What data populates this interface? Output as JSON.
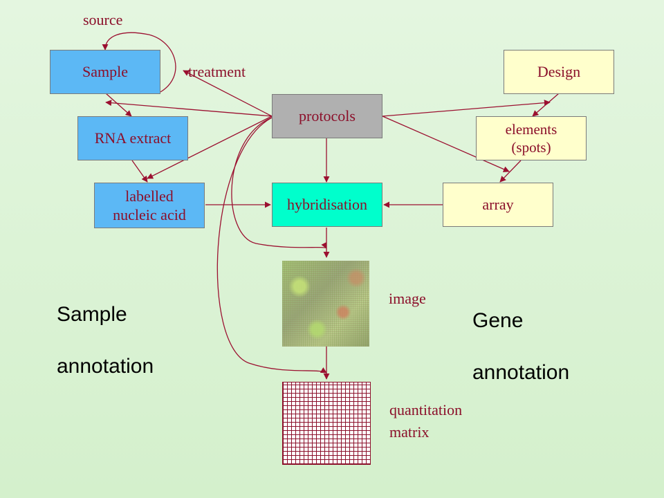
{
  "nodes": {
    "sample": "Sample",
    "rna_extract": "RNA extract",
    "labelled_line1": "labelled",
    "labelled_line2": "nucleic acid",
    "protocols": "protocols",
    "hybridisation": "hybridisation",
    "design": "Design",
    "elements_line1": "elements",
    "elements_line2": "(spots)",
    "array": "array"
  },
  "labels": {
    "source": "source",
    "treatment": "treatment",
    "image": "image",
    "quantitation_line1": "quantitation",
    "quantitation_line2": "matrix"
  },
  "annotations": {
    "sample_line1": "Sample",
    "sample_line2": "annotation",
    "gene_line1": "Gene",
    "gene_line2": "annotation"
  },
  "colors": {
    "sample_boxes": "#5cb8f5",
    "gene_boxes": "#ffffcc",
    "protocols": "#b0b0b0",
    "hybridisation": "#00ffcc",
    "arrows": "#9b1030",
    "text": "#8b0f2a"
  }
}
